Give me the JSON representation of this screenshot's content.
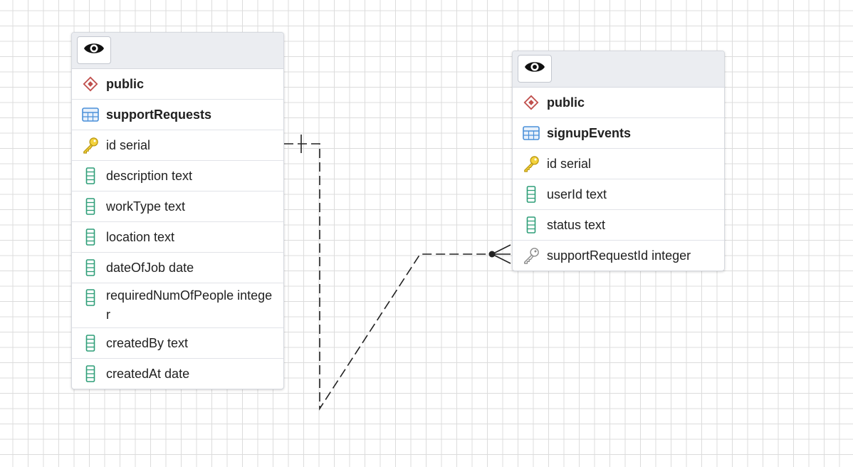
{
  "entities": [
    {
      "schema": "public",
      "table": "supportRequests",
      "columns": [
        {
          "label": "id serial",
          "icon": "primary-key-icon"
        },
        {
          "label": "description text",
          "icon": "column-icon"
        },
        {
          "label": "workType text",
          "icon": "column-icon"
        },
        {
          "label": "location text",
          "icon": "column-icon"
        },
        {
          "label": "dateOfJob date",
          "icon": "column-icon"
        },
        {
          "label": "requiredNumOfPeople integer",
          "icon": "column-icon"
        },
        {
          "label": "createdBy text",
          "icon": "column-icon"
        },
        {
          "label": "createdAt date",
          "icon": "column-icon"
        }
      ]
    },
    {
      "schema": "public",
      "table": "signupEvents",
      "columns": [
        {
          "label": "id serial",
          "icon": "primary-key-icon"
        },
        {
          "label": "userId text",
          "icon": "column-icon"
        },
        {
          "label": "status text",
          "icon": "column-icon"
        },
        {
          "label": "supportRequestId integer",
          "icon": "foreign-key-icon"
        }
      ]
    }
  ],
  "relationship": {
    "from": "supportRequests.id",
    "to": "signupEvents.supportRequestId",
    "from_cardinality": "one",
    "to_cardinality": "zero-or-many"
  },
  "colors": {
    "schema_icon": "#c0504d",
    "table_icon": "#4a90d9",
    "primary_key": "#e8c21f",
    "column_icon": "#2e9e78",
    "foreign_key": "#8a8a8a",
    "link": "#222222"
  }
}
